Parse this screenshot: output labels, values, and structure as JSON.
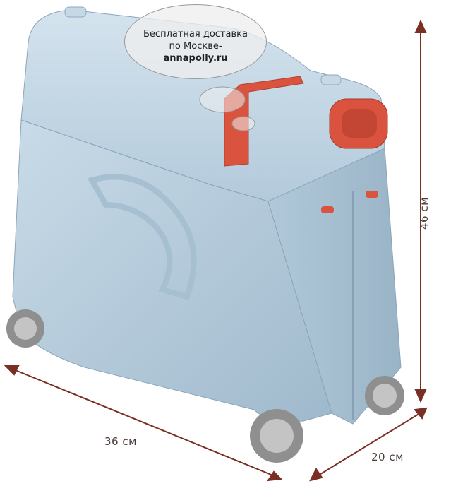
{
  "promo": {
    "line1": "Бесплатная доставка",
    "line2": "по Москве-",
    "site": "annapolly.ru"
  },
  "dimensions": {
    "width": "36 см",
    "depth": "20 см",
    "height": "46 см"
  },
  "colors": {
    "body": "#b9cfdf",
    "body_shade": "#9fb9cc",
    "strap": "#d9533f",
    "arrow": "#7a2f24",
    "wheel": "#8c8c8c"
  }
}
